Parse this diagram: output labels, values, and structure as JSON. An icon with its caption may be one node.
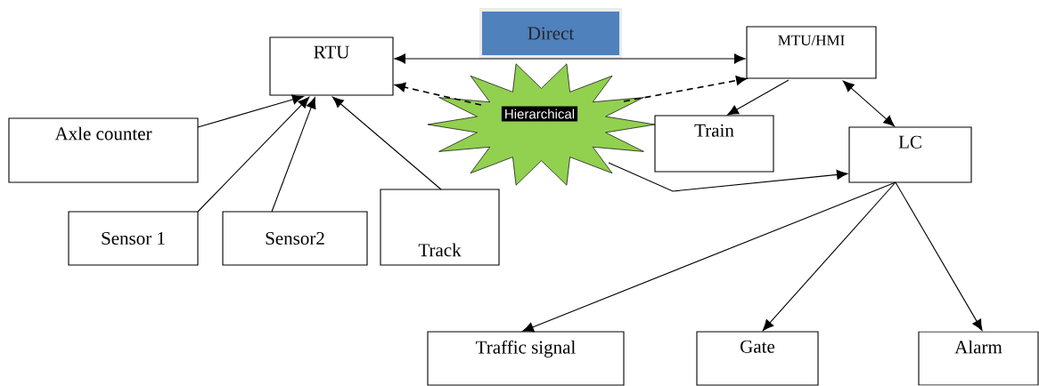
{
  "diagram": {
    "nodes": [
      {
        "text": [
          "RTU"
        ]
      },
      {
        "text": [
          "Direct"
        ]
      },
      {
        "text": [
          "MTU/HMI"
        ]
      },
      {
        "text": [
          "Hierarchical"
        ]
      },
      {
        "text": [
          "Axle counter"
        ]
      },
      {
        "text": [
          "Sensor 1"
        ]
      },
      {
        "text": [
          "Sensor2"
        ]
      },
      {
        "text": [
          "Track"
        ]
      },
      {
        "text": [
          "Train"
        ]
      },
      {
        "text": [
          "LC"
        ]
      },
      {
        "text": [
          "Traffic signal"
        ]
      },
      {
        "text": [
          "Gate"
        ]
      },
      {
        "text": [
          "Alarm"
        ]
      }
    ],
    "edges": [
      {
        "from": 0,
        "to": 2,
        "arrow": "both"
      },
      {
        "from": 3,
        "to": 0,
        "arrow": "to",
        "style": "dashed"
      },
      {
        "from": 3,
        "to": 2,
        "arrow": "to",
        "style": "dashed"
      },
      {
        "from": 3,
        "to": 9,
        "arrow": "to"
      },
      {
        "from": 4,
        "to": 0,
        "arrow": "to"
      },
      {
        "from": 5,
        "to": 0,
        "arrow": "to"
      },
      {
        "from": 6,
        "to": 0,
        "arrow": "to"
      },
      {
        "from": 7,
        "to": 0,
        "arrow": "to"
      },
      {
        "from": 2,
        "to": 8,
        "arrow": "to"
      },
      {
        "from": 2,
        "to": 9,
        "arrow": "both"
      },
      {
        "from": 9,
        "to": 10,
        "arrow": "to"
      },
      {
        "from": 9,
        "to": 11,
        "arrow": "to"
      },
      {
        "from": 9,
        "to": 12,
        "arrow": "to"
      }
    ]
  }
}
